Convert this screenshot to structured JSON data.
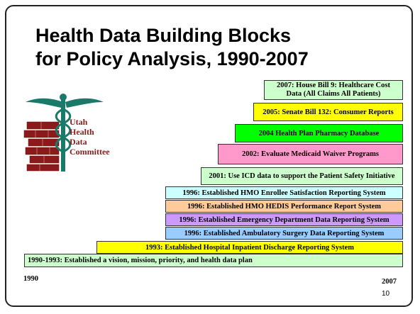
{
  "title": {
    "line1": "Health Data Building Blocks",
    "line2": "for Policy Analysis, 1990-2007"
  },
  "logo": {
    "lines": [
      "Utah",
      "Health",
      "Data",
      "Committee"
    ]
  },
  "steps": [
    {
      "label": "1990-1993: Established a vision, mission, priority, and health data plan",
      "color": "#CCFFCC"
    },
    {
      "label": "1993: Established Hospital Inpatient Discharge Reporting System",
      "color": "#FFFF00"
    },
    {
      "label": "1996: Established Ambulatory Surgery Data Reporting System",
      "color": "#99CCFF"
    },
    {
      "label": "1996: Established Emergency Department Data Reporting System",
      "color": "#CC99FF"
    },
    {
      "label": "1996: Established HMO HEDIS Performance Report System",
      "color": "#FFCC99"
    },
    {
      "label": "1996: Established HMO Enrollee Satisfaction Reporting System",
      "color": "#CCFFFF"
    },
    {
      "label": "2001: Use ICD data to support the Patient Safety Initiative",
      "color": "#CCFFCC"
    },
    {
      "label": "2002: Evaluate Medicaid Waiver Programs",
      "color": "#FF99CC"
    },
    {
      "label": "2004 Health Plan Pharmacy Database",
      "color": "#00FF00"
    },
    {
      "label": "2005: Senate Bill 132: Consumer Reports",
      "color": "#FFFF00"
    },
    {
      "label": "2007: House Bill 9: Healthcare Cost",
      "label2": "Data (All Claims All Patients)",
      "color": "#CCFFCC"
    }
  ],
  "axis": {
    "start": "1990",
    "end": "2007"
  },
  "page_number": "10"
}
